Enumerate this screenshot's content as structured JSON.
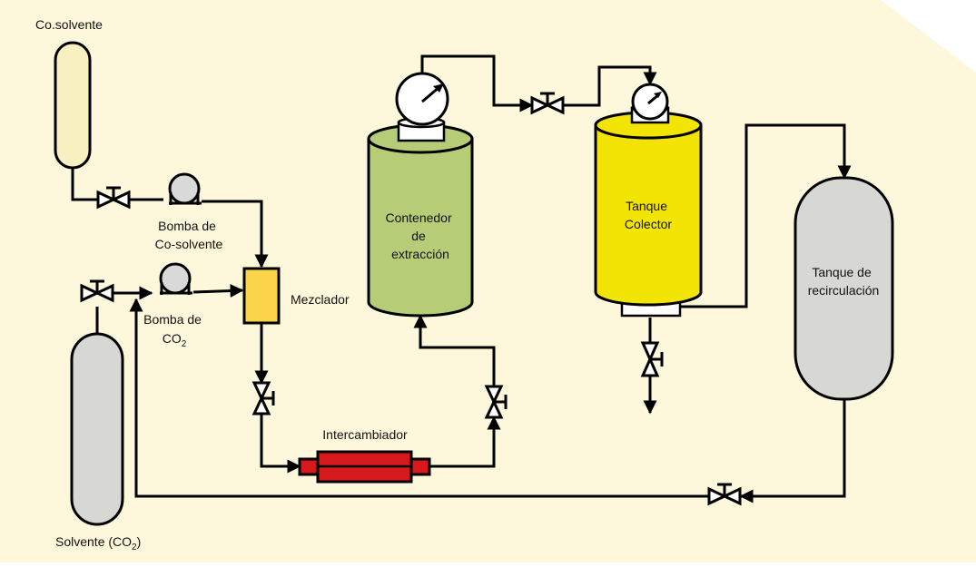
{
  "labels": {
    "cosolvent_tank": "Co.solvente",
    "cosolvent_pump_1": "Bomba de",
    "cosolvent_pump_2": "Co-solvente",
    "co2_pump_1": "Bomba de",
    "co2_pump_2": "CO",
    "co2_pump_sub": "2",
    "mixer": "Mezclador",
    "extraction_1": "Contenedor",
    "extraction_2": "de",
    "extraction_3": "extracción",
    "collector_1": "Tanque",
    "collector_2": "Colector",
    "recirculation_1": "Tanque de",
    "recirculation_2": "recirculación",
    "exchanger": "Intercambiador",
    "solvent_1": "Solvente (CO",
    "solvent_sub": "2",
    "solvent_2": ")"
  },
  "colors": {
    "background": "#fdf8dc",
    "cosolvent_tank": "#f8f0c0",
    "gas_tank": "#d7d8d3",
    "mixer": "#fbd44c",
    "extraction_vessel": "#b6cc77",
    "collector": "#f2e404",
    "exchanger": "#d7191c",
    "stroke": "#000000"
  },
  "icons": {
    "valve": "valve-icon",
    "pump": "pump-icon",
    "gauge": "pressure-gauge-icon"
  }
}
